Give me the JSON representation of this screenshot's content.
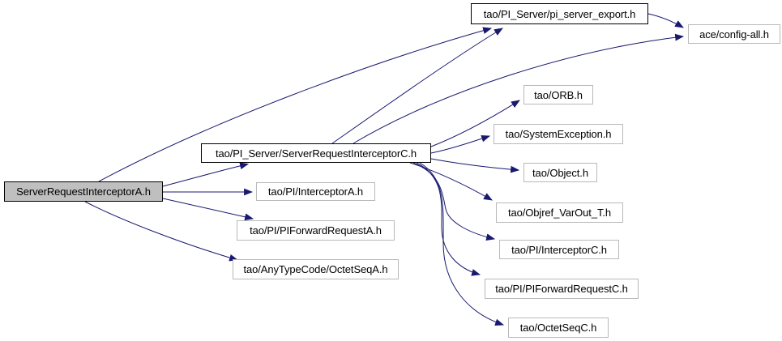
{
  "graph": {
    "kind": "include-dependency-graph",
    "colors": {
      "edge": "#191970",
      "root_fill": "#bfbfbf",
      "linked_border": "#000000",
      "plain_border": "#b9b9b9",
      "background": "#ffffff",
      "text": "#000000"
    },
    "nodes": [
      {
        "id": "root",
        "label": "ServerRequestInterceptorA.h",
        "style": "root"
      },
      {
        "id": "src_c",
        "label": "tao/PI_Server/ServerRequestInterceptorC.h",
        "style": "linked"
      },
      {
        "id": "pi_export",
        "label": "tao/PI_Server/pi_server_export.h",
        "style": "linked"
      },
      {
        "id": "ace_config",
        "label": "ace/config-all.h",
        "style": "plain"
      },
      {
        "id": "orb",
        "label": "tao/ORB.h",
        "style": "plain"
      },
      {
        "id": "sysexception",
        "label": "tao/SystemException.h",
        "style": "plain"
      },
      {
        "id": "object",
        "label": "tao/Object.h",
        "style": "plain"
      },
      {
        "id": "objref_varout",
        "label": "tao/Objref_VarOut_T.h",
        "style": "plain"
      },
      {
        "id": "interceptor_c",
        "label": "tao/PI/InterceptorC.h",
        "style": "plain"
      },
      {
        "id": "piforward_c",
        "label": "tao/PI/PIForwardRequestC.h",
        "style": "plain"
      },
      {
        "id": "octetseq_c",
        "label": "tao/OctetSeqC.h",
        "style": "plain"
      },
      {
        "id": "interceptor_a",
        "label": "tao/PI/InterceptorA.h",
        "style": "plain"
      },
      {
        "id": "piforward_a",
        "label": "tao/PI/PIForwardRequestA.h",
        "style": "plain"
      },
      {
        "id": "octetseq_a",
        "label": "tao/AnyTypeCode/OctetSeqA.h",
        "style": "plain"
      }
    ],
    "edges": [
      {
        "from": "ServerRequestInterceptorA.h",
        "to": "tao/PI_Server/ServerRequestInterceptorC.h"
      },
      {
        "from": "ServerRequestInterceptorA.h",
        "to": "tao/PI_Server/pi_server_export.h"
      },
      {
        "from": "ServerRequestInterceptorA.h",
        "to": "tao/PI/InterceptorA.h"
      },
      {
        "from": "ServerRequestInterceptorA.h",
        "to": "tao/PI/PIForwardRequestA.h"
      },
      {
        "from": "ServerRequestInterceptorA.h",
        "to": "tao/AnyTypeCode/OctetSeqA.h"
      },
      {
        "from": "tao/PI_Server/ServerRequestInterceptorC.h",
        "to": "tao/PI_Server/pi_server_export.h"
      },
      {
        "from": "tao/PI_Server/ServerRequestInterceptorC.h",
        "to": "ace/config-all.h"
      },
      {
        "from": "tao/PI_Server/pi_server_export.h",
        "to": "ace/config-all.h"
      },
      {
        "from": "tao/PI_Server/ServerRequestInterceptorC.h",
        "to": "tao/ORB.h"
      },
      {
        "from": "tao/PI_Server/ServerRequestInterceptorC.h",
        "to": "tao/SystemException.h"
      },
      {
        "from": "tao/PI_Server/ServerRequestInterceptorC.h",
        "to": "tao/Object.h"
      },
      {
        "from": "tao/PI_Server/ServerRequestInterceptorC.h",
        "to": "tao/Objref_VarOut_T.h"
      },
      {
        "from": "tao/PI_Server/ServerRequestInterceptorC.h",
        "to": "tao/PI/InterceptorC.h"
      },
      {
        "from": "tao/PI_Server/ServerRequestInterceptorC.h",
        "to": "tao/PI/PIForwardRequestC.h"
      },
      {
        "from": "tao/PI_Server/ServerRequestInterceptorC.h",
        "to": "tao/OctetSeqC.h"
      }
    ]
  }
}
